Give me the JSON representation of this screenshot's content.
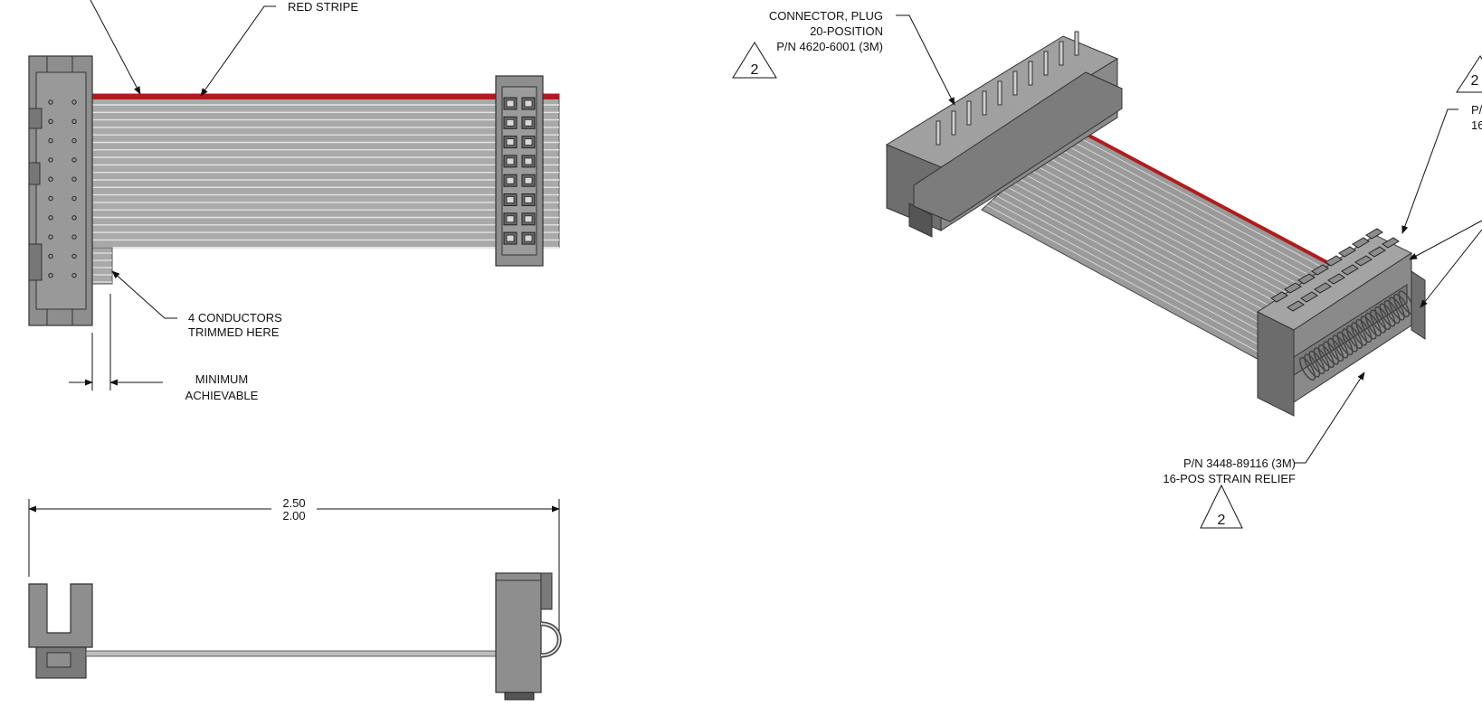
{
  "callouts": {
    "red_stripe": "RED STRIPE",
    "trimmed": [
      "4 CONDUCTORS",
      "TRIMMED HERE"
    ],
    "minimum": [
      "MINIMUM",
      "ACHIEVABLE"
    ],
    "plug": [
      "CONNECTOR, PLUG",
      "20-POSITION",
      "P/N 4620-6001 (3M)"
    ],
    "strain_relief": [
      "P/N 3448-89116 (3M)",
      "16-POS STRAIN RELIEF"
    ],
    "right_partial": [
      "P/",
      "16"
    ]
  },
  "dimensions": {
    "upper": "2.50",
    "lower": "2.00"
  },
  "triangles": [
    "2",
    "2",
    "2"
  ],
  "colors": {
    "red_stripe": "#b01c1c",
    "body": "#8c8c8c",
    "body_dark": "#5c5c5c",
    "line": "#111111"
  }
}
